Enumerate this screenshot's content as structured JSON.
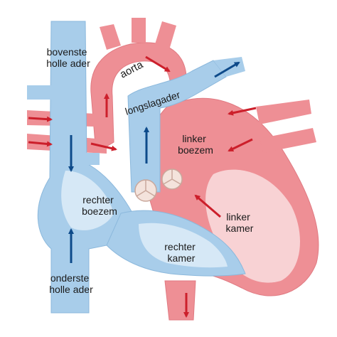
{
  "diagram": {
    "labels": {
      "superior_vena_cava": [
        "bovenste",
        "holle ader"
      ],
      "aorta": "aorta",
      "pulmonary_artery": "longslagader",
      "left_atrium": [
        "linker",
        "boezem"
      ],
      "right_atrium": [
        "rechter",
        "boezem"
      ],
      "left_ventricle": [
        "linker",
        "kamer"
      ],
      "right_ventricle": [
        "rechter",
        "kamer"
      ],
      "inferior_vena_cava": [
        "onderste",
        "holle ader"
      ]
    },
    "colors": {
      "oxygenated": "#ee8f95",
      "oxygenated_light": "#f8d2d4",
      "deoxygenated": "#a8cdea",
      "deoxygenated_light": "#d6e8f6",
      "red_arrow": "#cc1f2b",
      "blue_arrow": "#0d4a8a",
      "valve": "#f4e3dc"
    }
  }
}
